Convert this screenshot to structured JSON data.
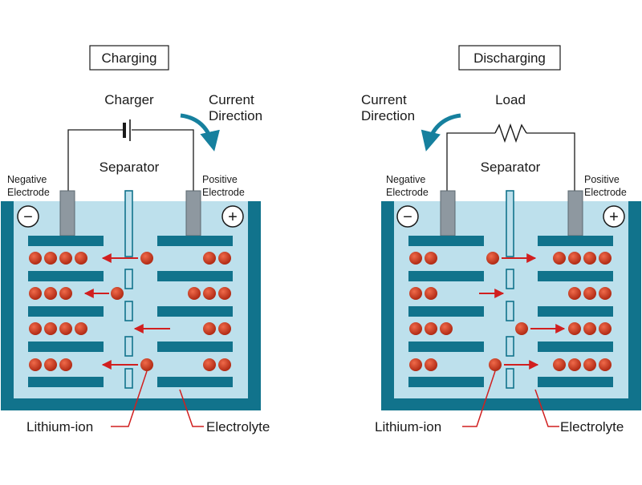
{
  "colors": {
    "tank": "#11738c",
    "electrolyte": "#bde0ec",
    "plate": "#11738c",
    "ion": "#c8321e",
    "arrow": "#d11f1f",
    "current_arrow": "#16809e",
    "terminal": "#8e98a0",
    "wire": "#1a1a1a"
  },
  "icons": {
    "negative": "−",
    "positive": "+",
    "battery": "battery-symbol-icon",
    "resistor": "resistor-symbol-icon"
  },
  "panels": [
    {
      "id": "charging",
      "title": "Charging",
      "source_label": "Charger",
      "current_label_line1": "Current",
      "current_label_line2": "Direction",
      "separator_label": "Separator",
      "negative_label_line1": "Negative",
      "negative_label_line2": "Electrode",
      "positive_label_line1": "Positive",
      "positive_label_line2": "Electrode",
      "ion_label": "Lithium-ion",
      "electrolyte_label": "Electrolyte",
      "ion_flow": "positive-to-negative",
      "left_row_ion_counts": [
        4,
        3,
        4,
        3
      ],
      "right_row_ion_counts": [
        2,
        3,
        2,
        2
      ]
    },
    {
      "id": "discharging",
      "title": "Discharging",
      "source_label": "Load",
      "current_label_line1": "Current",
      "current_label_line2": "Direction",
      "separator_label": "Separator",
      "negative_label_line1": "Negative",
      "negative_label_line2": "Electrode",
      "positive_label_line1": "Positive",
      "positive_label_line2": "Electrode",
      "ion_label": "Lithium-ion",
      "electrolyte_label": "Electrolyte",
      "ion_flow": "negative-to-positive",
      "left_row_ion_counts": [
        2,
        2,
        3,
        2
      ],
      "right_row_ion_counts": [
        4,
        3,
        3,
        4
      ]
    }
  ]
}
